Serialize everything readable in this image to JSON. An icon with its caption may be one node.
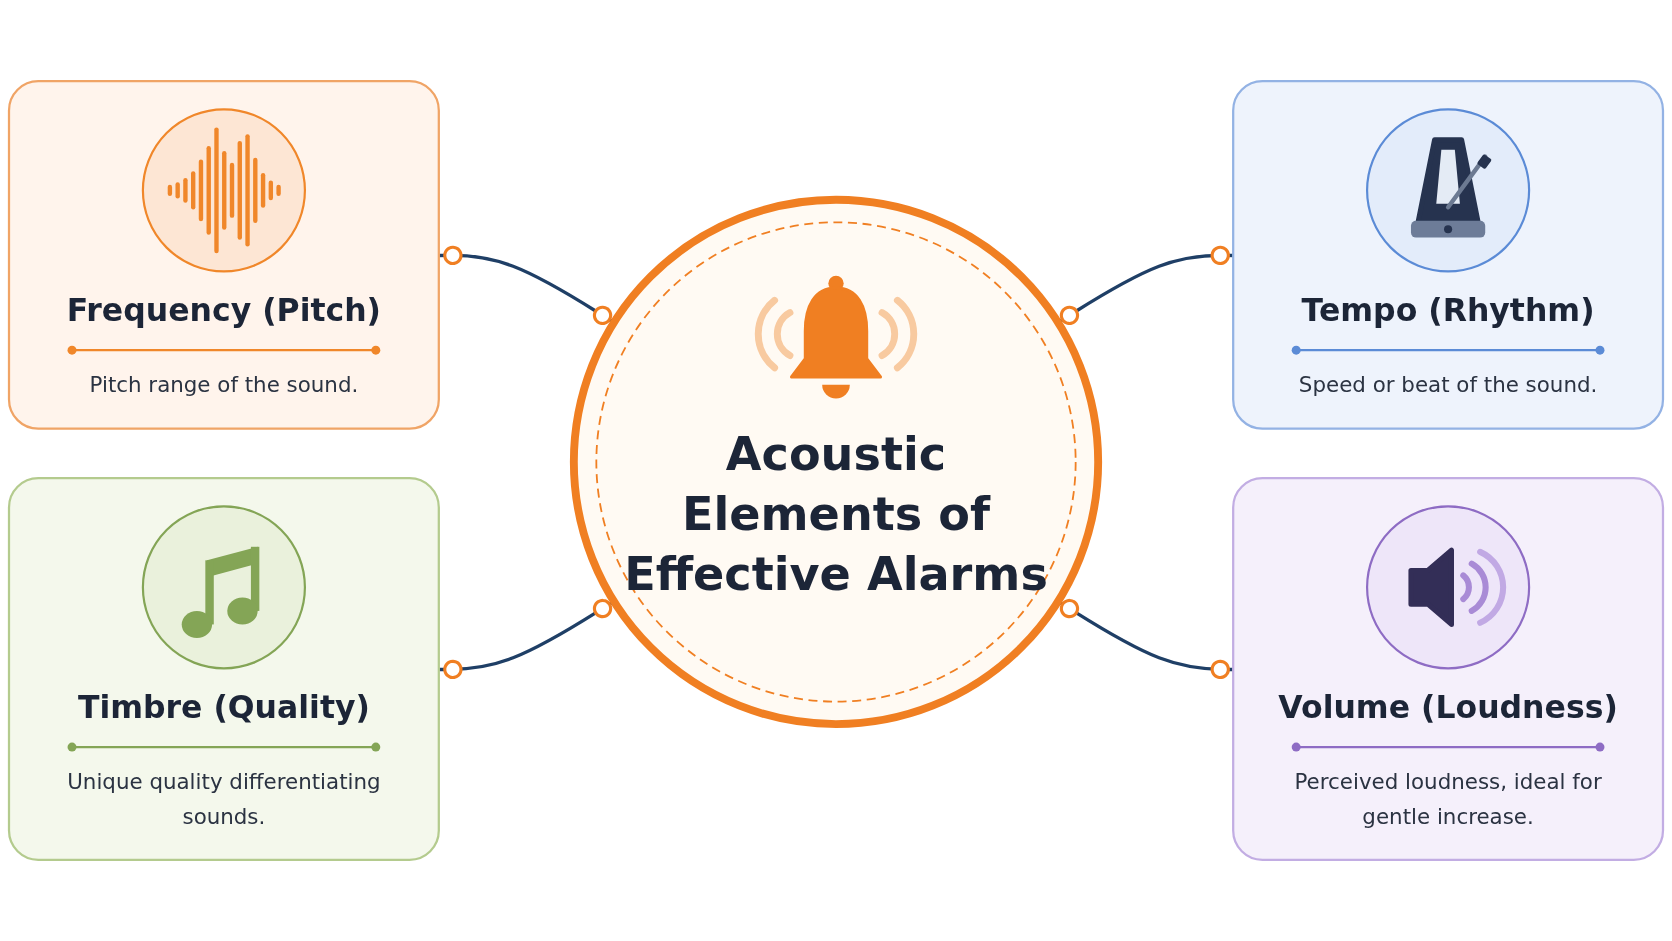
{
  "diagram": {
    "nodes": [
      {
        "text": [
          "Frequency (Pitch)",
          "Pitch range of the sound."
        ]
      },
      {
        "text": [
          "Acoustic Elements of Effective Alarms"
        ]
      },
      {
        "text": [
          "Tempo (Rhythm)",
          "Speed or beat of the sound."
        ]
      },
      {
        "text": [
          "Timbre (Quality)",
          "Unique quality differentiating sounds."
        ]
      },
      {
        "text": [
          "Volume (Loudness)",
          "Perceived loudness, ideal for gentle increase."
        ]
      }
    ],
    "edges": [
      {
        "from": 0,
        "to": 1,
        "arrow": "other"
      },
      {
        "from": 1,
        "to": 2,
        "arrow": "other"
      },
      {
        "from": 3,
        "to": 1,
        "arrow": "other"
      },
      {
        "from": 1,
        "to": 4,
        "arrow": "other"
      }
    ]
  }
}
